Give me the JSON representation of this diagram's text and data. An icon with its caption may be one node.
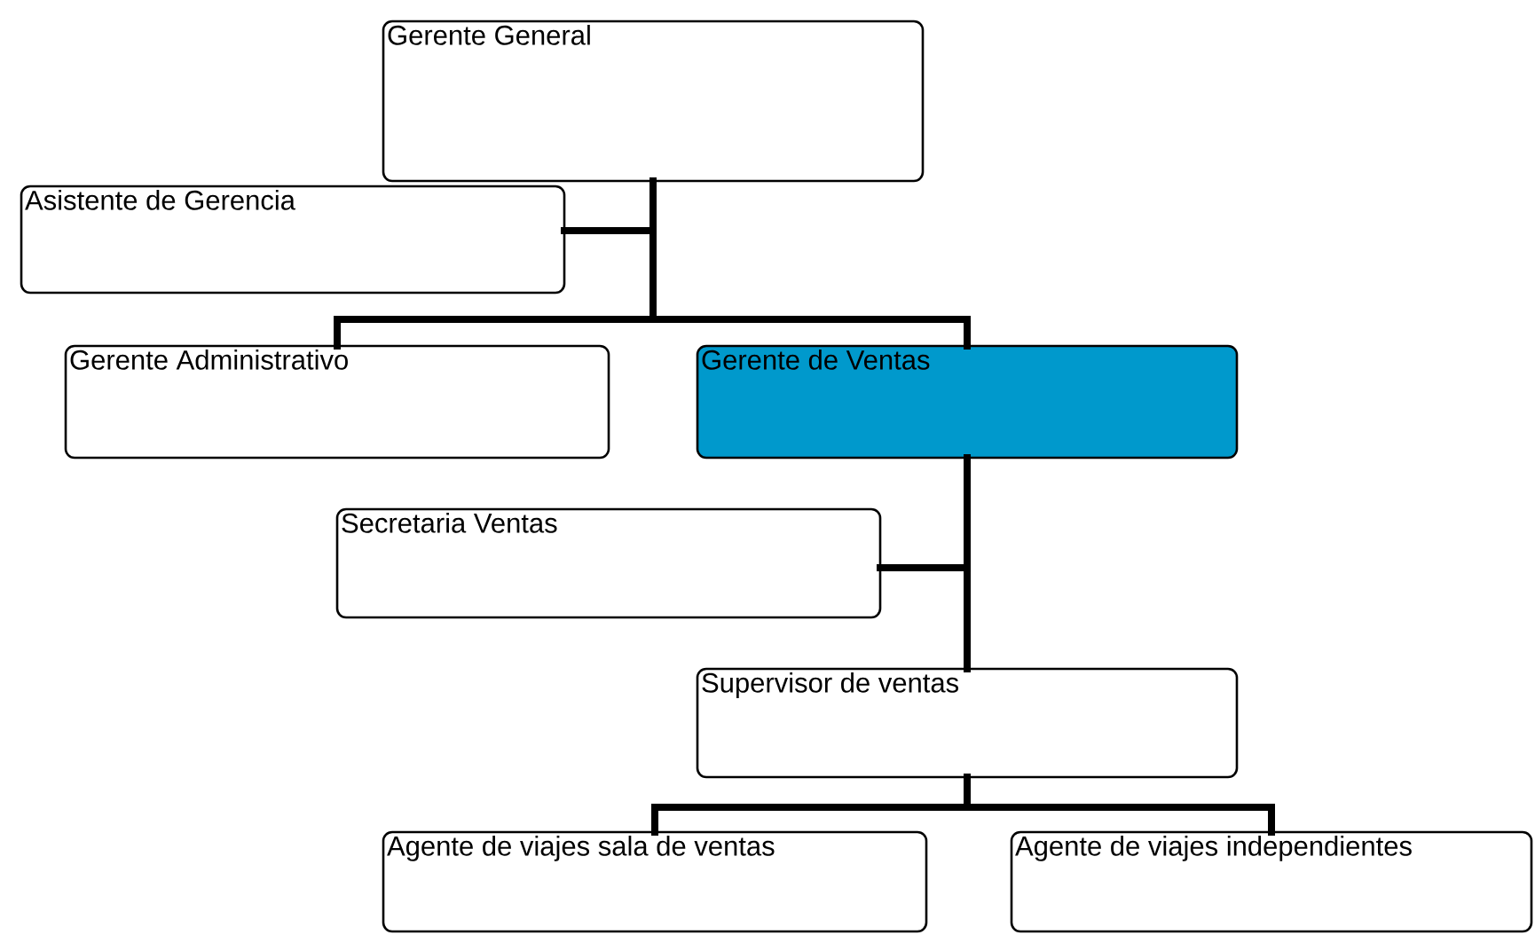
{
  "diagram": {
    "nodes": [
      {
        "text": [
          "Gerente General"
        ]
      },
      {
        "text": [
          "Asistente de Gerencia"
        ]
      },
      {
        "text": [
          "Gerente Administrativo"
        ]
      },
      {
        "text": [
          "Gerente de Ventas"
        ]
      },
      {
        "text": [
          "Secretaria Ventas"
        ]
      },
      {
        "text": [
          "Supervisor de ventas"
        ]
      },
      {
        "text": [
          "Agente de viajes sala de ventas"
        ]
      },
      {
        "text": [
          "Agente de viajes independientes"
        ]
      }
    ],
    "edges": [
      {
        "from": 0,
        "to": 1,
        "arrow": "none"
      },
      {
        "from": 0,
        "to": 2,
        "arrow": "none"
      },
      {
        "from": 0,
        "to": 3,
        "arrow": "none"
      },
      {
        "from": 3,
        "to": 4,
        "arrow": "none"
      },
      {
        "from": 3,
        "to": 5,
        "arrow": "none"
      },
      {
        "from": 5,
        "to": 6,
        "arrow": "none"
      },
      {
        "from": 5,
        "to": 7,
        "arrow": "none"
      }
    ]
  }
}
